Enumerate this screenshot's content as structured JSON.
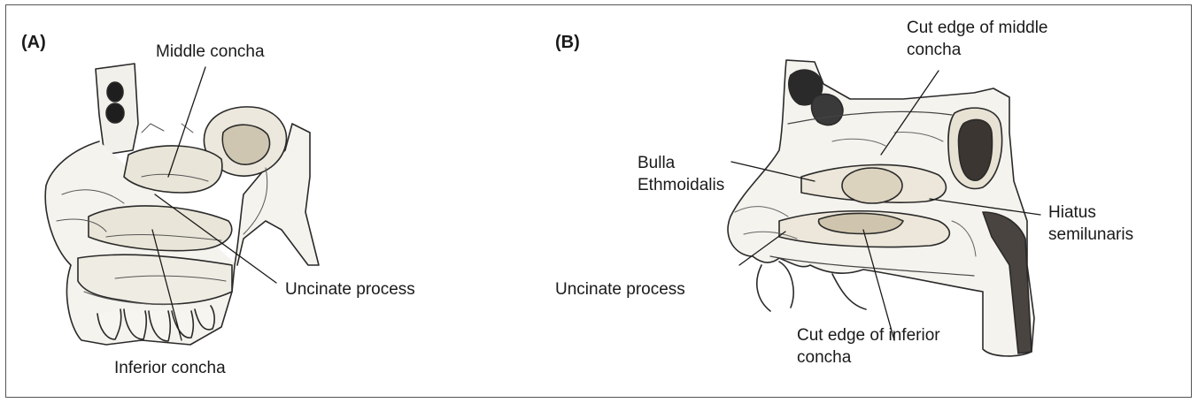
{
  "panel_a": {
    "id": "(A)",
    "labels": {
      "middle_concha": "Middle concha",
      "uncinate_process": "Uncinate process",
      "inferior_concha": "Inferior concha"
    }
  },
  "panel_b": {
    "id": "(B)",
    "labels": {
      "cut_edge_middle_1": "Cut edge of middle",
      "cut_edge_middle_2": "concha",
      "bulla_1": "Bulla",
      "bulla_2": "Ethmoidalis",
      "hiatus_1": "Hiatus",
      "hiatus_2": "semilunaris",
      "uncinate_process": "Uncinate process",
      "cut_edge_inferior_1": "Cut edge of inferior",
      "cut_edge_inferior_2": "concha"
    }
  }
}
